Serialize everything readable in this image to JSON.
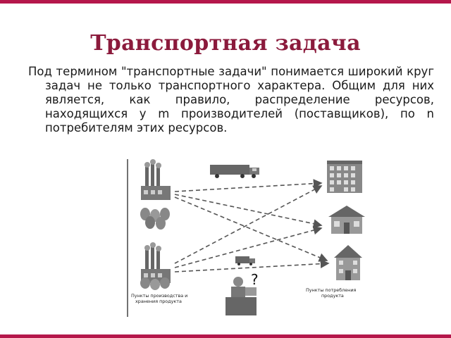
{
  "slide": {
    "title": "Транспортная задача",
    "paragraph": "Под термином \"транспортные задачи\" понимается широкий круг задач не только транспортного характера. Общим для них является, как правило, распределение ресурсов, находящихся у m производителей (поставщиков), по n потребителям этих ресурсов."
  },
  "diagram": {
    "producers_caption_line1": "Пункты производства и",
    "producers_caption_line2": "хранения продукта",
    "consumers_caption_line1": "Пункты потребления",
    "consumers_caption_line2": "продукта",
    "question_mark": "?"
  },
  "colors": {
    "title": "#8b1a3c",
    "accent": "#b5174b",
    "text": "#1a1a1a",
    "drawing": "#555555"
  },
  "icons": [
    "factory-icon",
    "sacks-icon",
    "truck-icon",
    "apartment-building-icon",
    "house-icon",
    "person-at-desk-icon"
  ]
}
